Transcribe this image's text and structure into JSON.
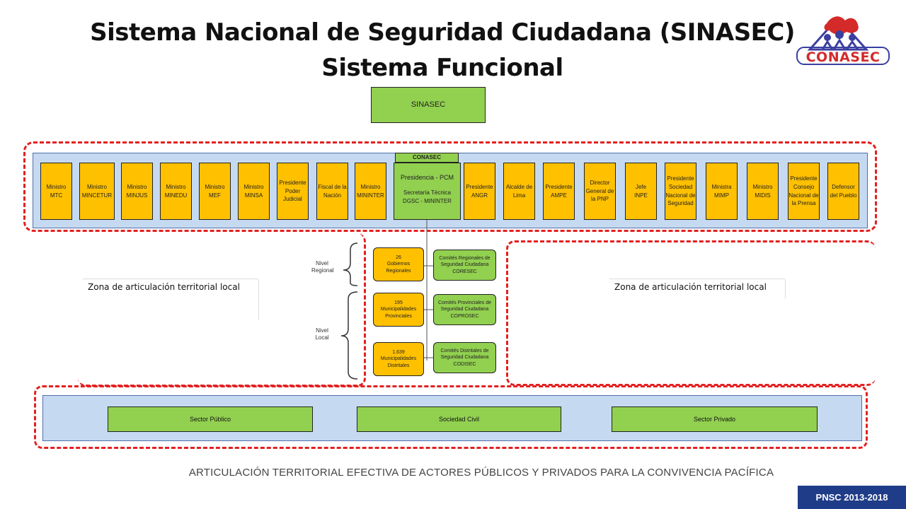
{
  "title": {
    "line1": "Sistema Nacional de Seguridad Ciudadana (SINASEC)",
    "line2": "Sistema Funcional"
  },
  "logo": {
    "text": "CONASEC",
    "color": "#d42a2a"
  },
  "sinasec": "SINASEC",
  "conasec_tab": "CONASEC",
  "presidencia": {
    "line1": "Presidencia - PCM",
    "line2": "Secretaría Técnica",
    "line3": "DGSC - MININTER"
  },
  "left_members": [
    [
      "Ministro",
      "MTC"
    ],
    [
      "Ministro",
      "MINCETUR"
    ],
    [
      "Ministro",
      "MINJUS"
    ],
    [
      "Ministro",
      "MINEDU"
    ],
    [
      "Ministro",
      "MEF"
    ],
    [
      "Ministro",
      "MINSA"
    ],
    [
      "Presidente",
      "Poder",
      "Judicial"
    ],
    [
      "Fiscal de la",
      "Nación"
    ],
    [
      "Ministro",
      "MININTER"
    ]
  ],
  "right_members": [
    [
      "Presidente",
      "ANGR"
    ],
    [
      "Alcalde de",
      "Lima"
    ],
    [
      "Presidente",
      "AMPE"
    ],
    [
      "Director",
      "General de",
      "la PNP"
    ],
    [
      "Jefe",
      "INPE"
    ],
    [
      "Presidente",
      "Sociedad",
      "Nacional de",
      "Seguridad"
    ],
    [
      "Ministra",
      "MIMP"
    ],
    [
      "Ministro",
      "MIDIS"
    ],
    [
      "Presidente",
      "Consejo",
      "Nacional de",
      "la Prensa"
    ],
    [
      "Defensor",
      "del Pueblo"
    ]
  ],
  "levels": {
    "regional": [
      "Nivel",
      "Regional"
    ],
    "local": [
      "Nivel",
      "Local"
    ]
  },
  "gov_boxes": [
    [
      "26",
      "Gobiernos",
      "Regionales"
    ],
    [
      "195",
      "Municipalidades",
      "Provinciales"
    ],
    [
      "1,639",
      "Municipalidades",
      "Distritales"
    ]
  ],
  "committees": [
    [
      "Comités Regionales de",
      "Seguridad Ciudadana",
      "CORESEC"
    ],
    [
      "Comités Provinciales de",
      "Seguridad Ciudadana",
      "COPROSEC"
    ],
    [
      "Comités Distritales de",
      "Seguridad Ciudadana",
      "CODISEC"
    ]
  ],
  "zone_label": "Zona de articulación territorial local",
  "sectors": [
    "Sector  Público",
    "Sociedad  Civil",
    "Sector  Privado"
  ],
  "tagline": "ARTICULACIÓN TERRITORIAL EFECTIVA DE ACTORES PÚBLICOS Y PRIVADOS PARA LA CONVIVENCIA PACÍFICA",
  "footer_badge": "PNSC 2013-2018",
  "colors": {
    "green": "#92d050",
    "orange": "#ffc000",
    "panel_blue": "#c5d9f1",
    "dash_red": "#e32020",
    "badge_blue": "#1f3c88"
  }
}
